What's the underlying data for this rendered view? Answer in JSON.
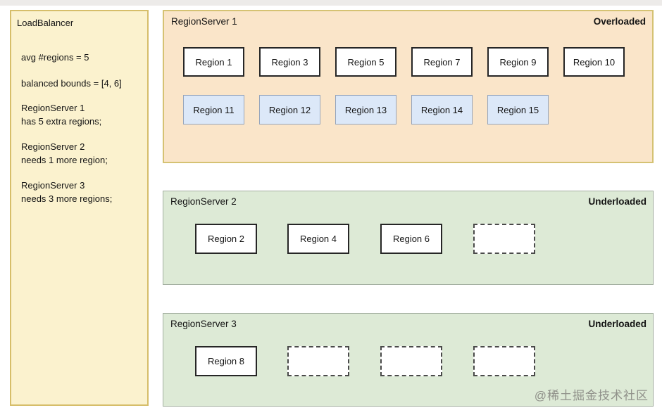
{
  "load_balancer": {
    "title": "LoadBalancer",
    "facts": [
      "avg #regions = 5",
      "balanced bounds = [4, 6]"
    ],
    "notes": [
      {
        "server": "RegionServer 1",
        "detail": "has 5 extra regions;"
      },
      {
        "server": "RegionServer 2",
        "detail": "needs 1 more region;"
      },
      {
        "server": "RegionServer 3",
        "detail": "needs 3 more regions;"
      }
    ]
  },
  "servers": [
    {
      "name": "RegionServer 1",
      "status": "Overloaded",
      "row1": [
        "Region 1",
        "Region 3",
        "Region 5",
        "Region 7",
        "Region 9",
        "Region 10"
      ],
      "row2": [
        "Region 11",
        "Region 12",
        "Region 13",
        "Region 14",
        "Region 15"
      ],
      "empty_slots": 0
    },
    {
      "name": "RegionServer 2",
      "status": "Underloaded",
      "row1": [
        "Region 2",
        "Region 4",
        "Region 6"
      ],
      "empty_slots": 1
    },
    {
      "name": "RegionServer 3",
      "status": "Underloaded",
      "row1": [
        "Region 8"
      ],
      "empty_slots": 3
    }
  ],
  "watermark": "@稀土掘金技术社区",
  "colors": {
    "load_balancer_fill": "#FBF2CE",
    "load_balancer_border": "#D6BE6A",
    "overloaded_fill": "#FAE5C9",
    "overloaded_border": "#D5C273",
    "underloaded_fill": "#DDEAD6",
    "underloaded_border": "#A3AFA0",
    "region_fill": "#FFFFFF",
    "region_border": "#262626",
    "moved_region_fill": "#DCE8F8",
    "moved_region_border": "#95A5BD",
    "watermark_color": "#90918A"
  }
}
